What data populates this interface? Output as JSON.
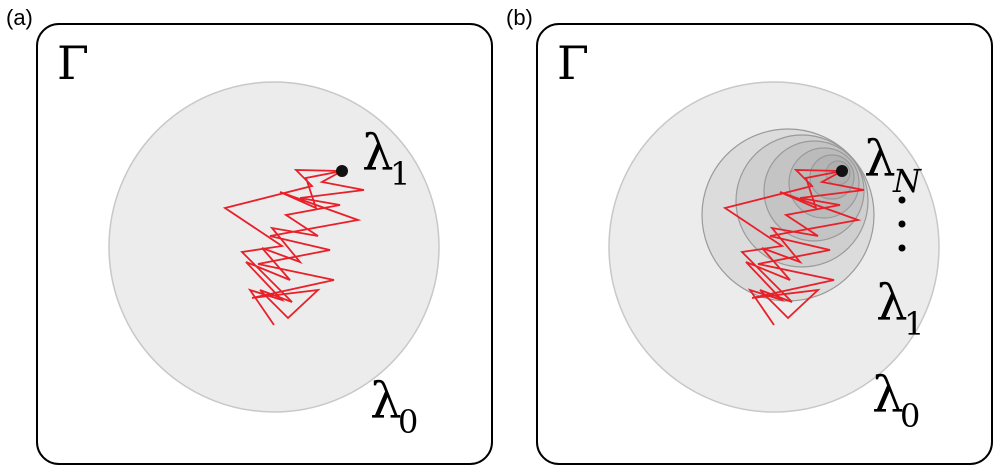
{
  "panels": {
    "a": {
      "label": "(a)",
      "domain_symbol": "Γ",
      "labels": {
        "lambda1": {
          "base": "λ",
          "sub": "1"
        },
        "lambda0": {
          "base": "λ",
          "sub": "0"
        }
      }
    },
    "b": {
      "label": "(b)",
      "domain_symbol": "Γ",
      "labels": {
        "lambdaN": {
          "base": "λ",
          "sub": "N"
        },
        "lambda1": {
          "base": "λ",
          "sub": "1"
        },
        "lambda0": {
          "base": "λ",
          "sub": "0"
        }
      }
    }
  },
  "colors": {
    "walk": "#e8202a",
    "disc_fill": "#ececec",
    "disc_stroke": "#c8c8c8",
    "nested_fill": "rgba(150,150,150,0.18)",
    "nested_stroke": "#9a9a9a",
    "point": "#111111",
    "frame": "#000000"
  }
}
